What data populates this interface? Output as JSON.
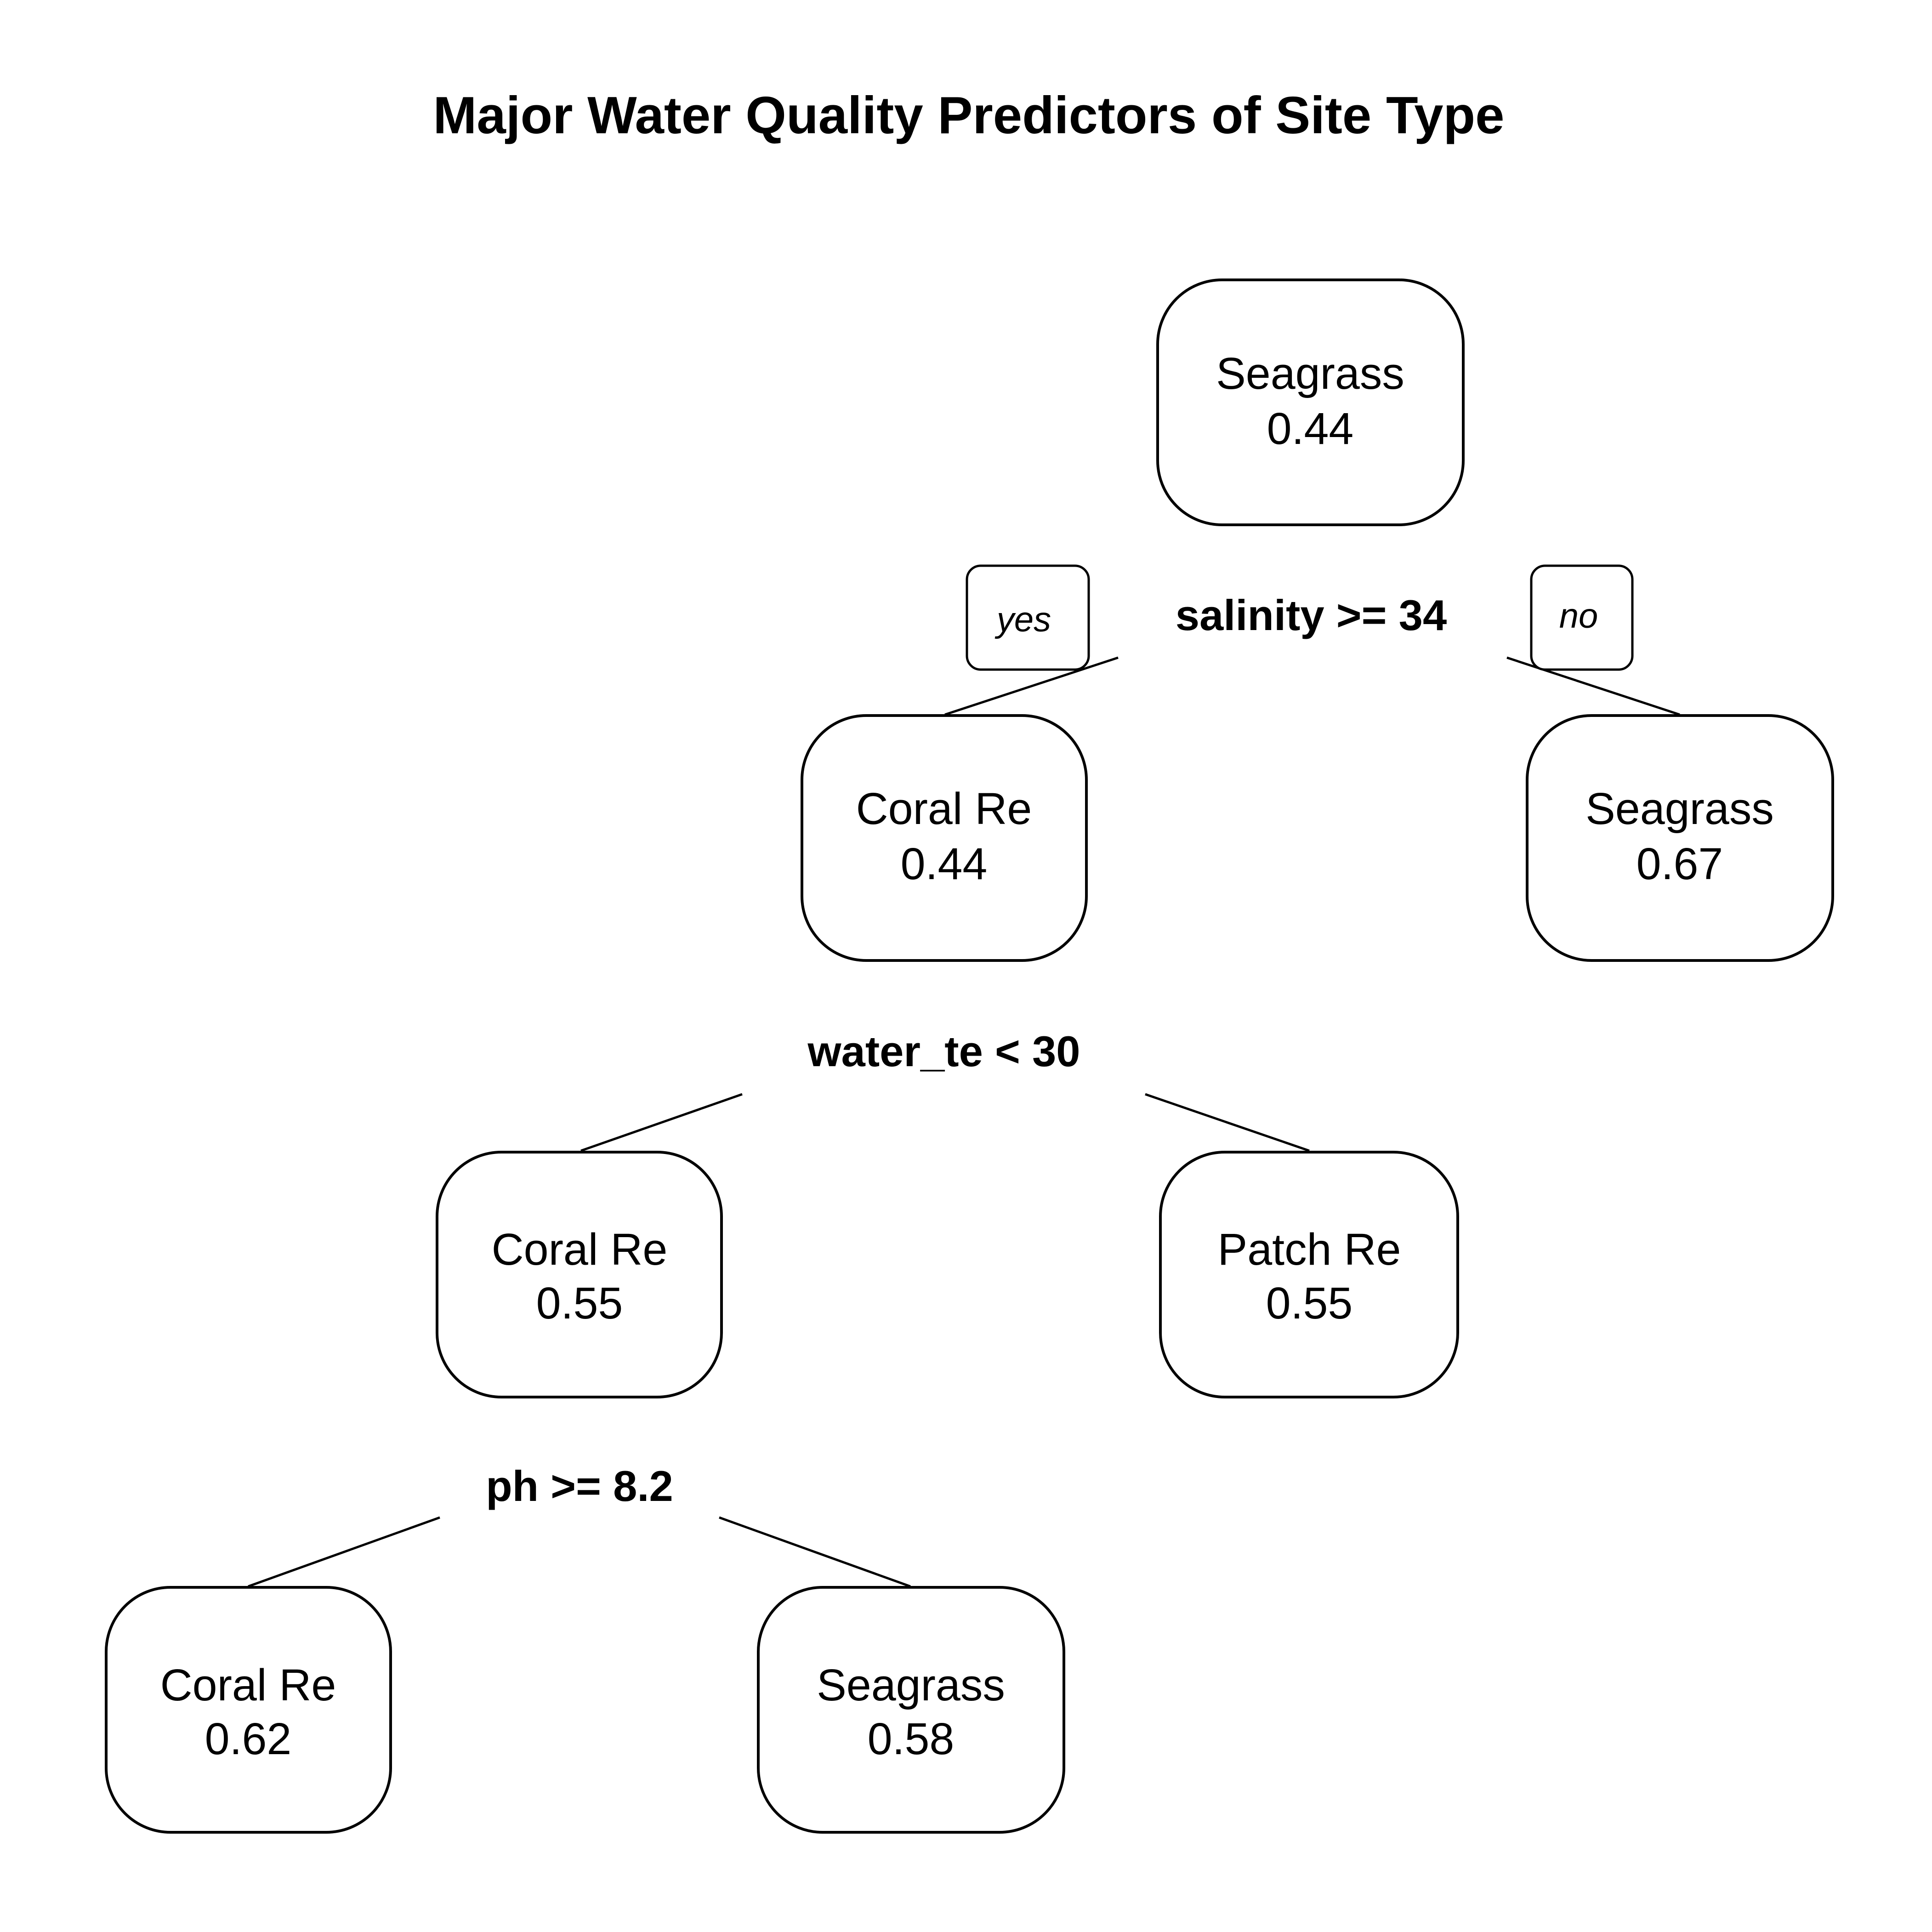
{
  "title": "Major Water Quality Predictors of Site Type",
  "nodes": {
    "root": {
      "class": "Seagrass",
      "prob": "0.44"
    },
    "n_coral1": {
      "class": "Coral Re",
      "prob": "0.44"
    },
    "n_seagrass1": {
      "class": "Seagrass",
      "prob": "0.67"
    },
    "n_coral2": {
      "class": "Coral Re",
      "prob": "0.55"
    },
    "n_patch": {
      "class": "Patch Re",
      "prob": "0.55"
    },
    "n_coral3": {
      "class": "Coral Re",
      "prob": "0.62"
    },
    "n_seagrass2": {
      "class": "Seagrass",
      "prob": "0.58"
    }
  },
  "splits": {
    "salinity": "salinity >= 34",
    "water_te": "water_te < 30",
    "ph": "ph >= 8.2"
  },
  "branch_labels": {
    "yes": "yes",
    "no": "no"
  }
}
